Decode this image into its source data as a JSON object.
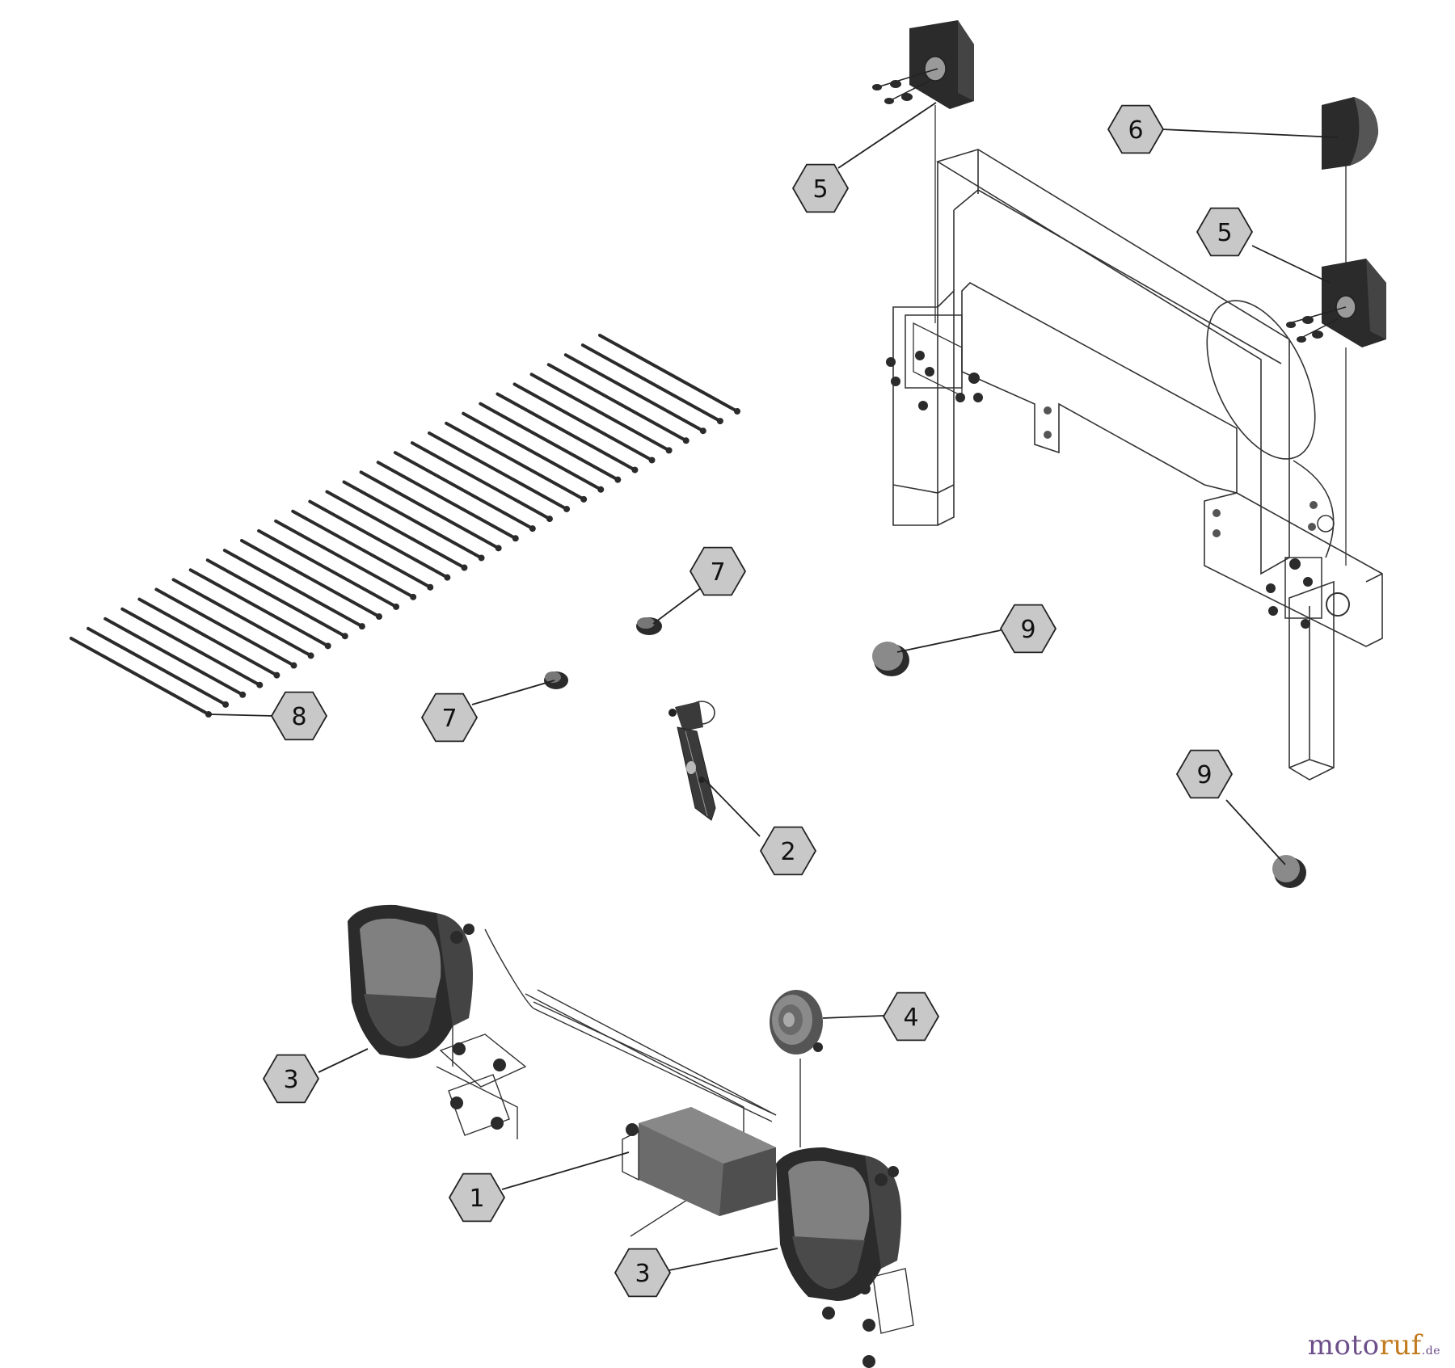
{
  "diagram": {
    "callouts": [
      {
        "id": "callout-1",
        "number": "1"
      },
      {
        "id": "callout-2",
        "number": "2"
      },
      {
        "id": "callout-3a",
        "number": "3"
      },
      {
        "id": "callout-3b",
        "number": "3"
      },
      {
        "id": "callout-4",
        "number": "4"
      },
      {
        "id": "callout-5a",
        "number": "5"
      },
      {
        "id": "callout-5b",
        "number": "5"
      },
      {
        "id": "callout-6",
        "number": "6"
      },
      {
        "id": "callout-7a",
        "number": "7"
      },
      {
        "id": "callout-7b",
        "number": "7"
      },
      {
        "id": "callout-8",
        "number": "8"
      },
      {
        "id": "callout-9a",
        "number": "9"
      },
      {
        "id": "callout-9b",
        "number": "9"
      }
    ],
    "cable_tie_count": 32
  },
  "watermark": {
    "main": "moto",
    "accent": "ruf",
    "tld": ".de"
  },
  "colors": {
    "callout_fill": "#c8c8c8",
    "line": "#222222",
    "part_dark": "#2b2b2b",
    "part_mid": "#6b6b6b",
    "part_light": "#9a9a9a",
    "watermark_main": "#6d4f8a",
    "watermark_accent": "#c27a1e"
  }
}
